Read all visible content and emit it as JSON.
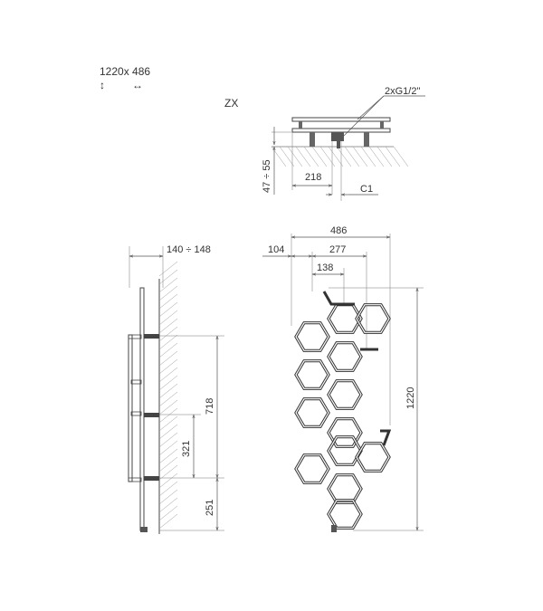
{
  "header": {
    "size_label": "1220x 486",
    "height_arrow": "↕",
    "width_arrow": "↔"
  },
  "top_view": {
    "model_label": "ZX",
    "connection_label": "2xG1/2\"",
    "wall_gap": "47 ÷ 55",
    "spacing": "218",
    "offset": "C1"
  },
  "side_view": {
    "depth": "140 ÷ 148",
    "bracket_span": "718",
    "bracket_gap": "321",
    "bottom_clearance": "251"
  },
  "front_view": {
    "total_width": "486",
    "left_offset": "104",
    "connection_spacing": "277",
    "inner_spacing": "138",
    "total_height": "1220"
  }
}
